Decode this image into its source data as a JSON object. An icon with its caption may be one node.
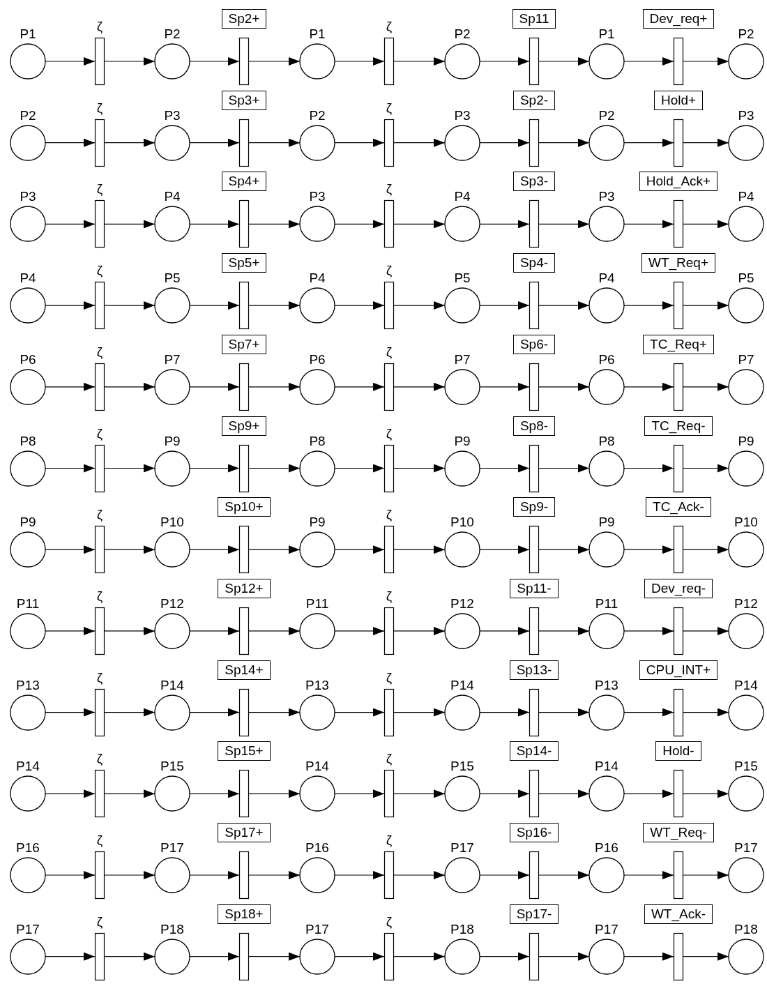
{
  "diagram": {
    "nodes": [
      {
        "text": [
          "P1"
        ]
      },
      {
        "text": [
          "ζ"
        ]
      },
      {
        "text": [
          "P2"
        ]
      },
      {
        "text": [
          "Sp2+"
        ]
      },
      {
        "text": [
          "P1"
        ]
      },
      {
        "text": [
          "ζ"
        ]
      },
      {
        "text": [
          "P2"
        ]
      },
      {
        "text": [
          "Sp11"
        ]
      },
      {
        "text": [
          "P1"
        ]
      },
      {
        "text": [
          "Dev_req+"
        ]
      },
      {
        "text": [
          "P2"
        ]
      },
      {
        "text": [
          "P2"
        ]
      },
      {
        "text": [
          "ζ"
        ]
      },
      {
        "text": [
          "P3"
        ]
      },
      {
        "text": [
          "Sp3+"
        ]
      },
      {
        "text": [
          "P2"
        ]
      },
      {
        "text": [
          "ζ"
        ]
      },
      {
        "text": [
          "P3"
        ]
      },
      {
        "text": [
          "Sp2-"
        ]
      },
      {
        "text": [
          "P2"
        ]
      },
      {
        "text": [
          "Hold+"
        ]
      },
      {
        "text": [
          "P3"
        ]
      },
      {
        "text": [
          "P3"
        ]
      },
      {
        "text": [
          "ζ"
        ]
      },
      {
        "text": [
          "P4"
        ]
      },
      {
        "text": [
          "Sp4+"
        ]
      },
      {
        "text": [
          "P3"
        ]
      },
      {
        "text": [
          "ζ"
        ]
      },
      {
        "text": [
          "P4"
        ]
      },
      {
        "text": [
          "Sp3-"
        ]
      },
      {
        "text": [
          "P3"
        ]
      },
      {
        "text": [
          "Hold_Ack+"
        ]
      },
      {
        "text": [
          "P4"
        ]
      },
      {
        "text": [
          "P4"
        ]
      },
      {
        "text": [
          "ζ"
        ]
      },
      {
        "text": [
          "P5"
        ]
      },
      {
        "text": [
          "Sp5+"
        ]
      },
      {
        "text": [
          "P4"
        ]
      },
      {
        "text": [
          "ζ"
        ]
      },
      {
        "text": [
          "P5"
        ]
      },
      {
        "text": [
          "Sp4-"
        ]
      },
      {
        "text": [
          "P4"
        ]
      },
      {
        "text": [
          "WT_Req+"
        ]
      },
      {
        "text": [
          "P5"
        ]
      },
      {
        "text": [
          "P6"
        ]
      },
      {
        "text": [
          "ζ"
        ]
      },
      {
        "text": [
          "P7"
        ]
      },
      {
        "text": [
          "Sp7+"
        ]
      },
      {
        "text": [
          "P6"
        ]
      },
      {
        "text": [
          "ζ"
        ]
      },
      {
        "text": [
          "P7"
        ]
      },
      {
        "text": [
          "Sp6-"
        ]
      },
      {
        "text": [
          "P6"
        ]
      },
      {
        "text": [
          "TC_Req+"
        ]
      },
      {
        "text": [
          "P7"
        ]
      },
      {
        "text": [
          "P8"
        ]
      },
      {
        "text": [
          "ζ"
        ]
      },
      {
        "text": [
          "P9"
        ]
      },
      {
        "text": [
          "Sp9+"
        ]
      },
      {
        "text": [
          "P8"
        ]
      },
      {
        "text": [
          "ζ"
        ]
      },
      {
        "text": [
          "P9"
        ]
      },
      {
        "text": [
          "Sp8-"
        ]
      },
      {
        "text": [
          "P8"
        ]
      },
      {
        "text": [
          "TC_Req-"
        ]
      },
      {
        "text": [
          "P9"
        ]
      },
      {
        "text": [
          "P9"
        ]
      },
      {
        "text": [
          "ζ"
        ]
      },
      {
        "text": [
          "P10"
        ]
      },
      {
        "text": [
          "Sp10+"
        ]
      },
      {
        "text": [
          "P9"
        ]
      },
      {
        "text": [
          "ζ"
        ]
      },
      {
        "text": [
          "P10"
        ]
      },
      {
        "text": [
          "Sp9-"
        ]
      },
      {
        "text": [
          "P9"
        ]
      },
      {
        "text": [
          "TC_Ack-"
        ]
      },
      {
        "text": [
          "P10"
        ]
      },
      {
        "text": [
          "P11"
        ]
      },
      {
        "text": [
          "ζ"
        ]
      },
      {
        "text": [
          "P12"
        ]
      },
      {
        "text": [
          "Sp12+"
        ]
      },
      {
        "text": [
          "P11"
        ]
      },
      {
        "text": [
          "ζ"
        ]
      },
      {
        "text": [
          "P12"
        ]
      },
      {
        "text": [
          "Sp11-"
        ]
      },
      {
        "text": [
          "P11"
        ]
      },
      {
        "text": [
          "Dev_req-"
        ]
      },
      {
        "text": [
          "P12"
        ]
      },
      {
        "text": [
          "P13"
        ]
      },
      {
        "text": [
          "ζ"
        ]
      },
      {
        "text": [
          "P14"
        ]
      },
      {
        "text": [
          "Sp14+"
        ]
      },
      {
        "text": [
          "P13"
        ]
      },
      {
        "text": [
          "ζ"
        ]
      },
      {
        "text": [
          "P14"
        ]
      },
      {
        "text": [
          "Sp13-"
        ]
      },
      {
        "text": [
          "P13"
        ]
      },
      {
        "text": [
          "CPU_INT+"
        ]
      },
      {
        "text": [
          "P14"
        ]
      },
      {
        "text": [
          "P14"
        ]
      },
      {
        "text": [
          "ζ"
        ]
      },
      {
        "text": [
          "P15"
        ]
      },
      {
        "text": [
          "Sp15+"
        ]
      },
      {
        "text": [
          "P14"
        ]
      },
      {
        "text": [
          "ζ"
        ]
      },
      {
        "text": [
          "P15"
        ]
      },
      {
        "text": [
          "Sp14-"
        ]
      },
      {
        "text": [
          "P14"
        ]
      },
      {
        "text": [
          "Hold-"
        ]
      },
      {
        "text": [
          "P15"
        ]
      },
      {
        "text": [
          "P16"
        ]
      },
      {
        "text": [
          "ζ"
        ]
      },
      {
        "text": [
          "P17"
        ]
      },
      {
        "text": [
          "Sp17+"
        ]
      },
      {
        "text": [
          "P16"
        ]
      },
      {
        "text": [
          "ζ"
        ]
      },
      {
        "text": [
          "P17"
        ]
      },
      {
        "text": [
          "Sp16-"
        ]
      },
      {
        "text": [
          "P16"
        ]
      },
      {
        "text": [
          "WT_Req-"
        ]
      },
      {
        "text": [
          "P17"
        ]
      },
      {
        "text": [
          "P17"
        ]
      },
      {
        "text": [
          "ζ"
        ]
      },
      {
        "text": [
          "P18"
        ]
      },
      {
        "text": [
          "Sp18+"
        ]
      },
      {
        "text": [
          "P17"
        ]
      },
      {
        "text": [
          "ζ"
        ]
      },
      {
        "text": [
          "P18"
        ]
      },
      {
        "text": [
          "Sp17-"
        ]
      },
      {
        "text": [
          "P17"
        ]
      },
      {
        "text": [
          "WT_Ack-"
        ]
      },
      {
        "text": [
          "P18"
        ]
      }
    ],
    "edges": [
      {
        "from": 0,
        "to": 1,
        "arrow": "to"
      },
      {
        "from": 1,
        "to": 2,
        "arrow": "to"
      },
      {
        "from": 2,
        "to": 3,
        "arrow": "to"
      },
      {
        "from": 3,
        "to": 4,
        "arrow": "to"
      },
      {
        "from": 4,
        "to": 5,
        "arrow": "to"
      },
      {
        "from": 5,
        "to": 6,
        "arrow": "to"
      },
      {
        "from": 6,
        "to": 7,
        "arrow": "to"
      },
      {
        "from": 7,
        "to": 8,
        "arrow": "to"
      },
      {
        "from": 8,
        "to": 9,
        "arrow": "to"
      },
      {
        "from": 9,
        "to": 10,
        "arrow": "to"
      },
      {
        "from": 11,
        "to": 12,
        "arrow": "to"
      },
      {
        "from": 12,
        "to": 13,
        "arrow": "to"
      },
      {
        "from": 13,
        "to": 14,
        "arrow": "to"
      },
      {
        "from": 14,
        "to": 15,
        "arrow": "to"
      },
      {
        "from": 15,
        "to": 16,
        "arrow": "to"
      },
      {
        "from": 16,
        "to": 17,
        "arrow": "to"
      },
      {
        "from": 17,
        "to": 18,
        "arrow": "to"
      },
      {
        "from": 18,
        "to": 19,
        "arrow": "to"
      },
      {
        "from": 19,
        "to": 20,
        "arrow": "to"
      },
      {
        "from": 20,
        "to": 21,
        "arrow": "to"
      },
      {
        "from": 22,
        "to": 23,
        "arrow": "to"
      },
      {
        "from": 23,
        "to": 24,
        "arrow": "to"
      },
      {
        "from": 24,
        "to": 25,
        "arrow": "to"
      },
      {
        "from": 25,
        "to": 26,
        "arrow": "to"
      },
      {
        "from": 26,
        "to": 27,
        "arrow": "to"
      },
      {
        "from": 27,
        "to": 28,
        "arrow": "to"
      },
      {
        "from": 28,
        "to": 29,
        "arrow": "to"
      },
      {
        "from": 29,
        "to": 30,
        "arrow": "to"
      },
      {
        "from": 30,
        "to": 31,
        "arrow": "to"
      },
      {
        "from": 31,
        "to": 32,
        "arrow": "to"
      },
      {
        "from": 33,
        "to": 34,
        "arrow": "to"
      },
      {
        "from": 34,
        "to": 35,
        "arrow": "to"
      },
      {
        "from": 35,
        "to": 36,
        "arrow": "to"
      },
      {
        "from": 36,
        "to": 37,
        "arrow": "to"
      },
      {
        "from": 37,
        "to": 38,
        "arrow": "to"
      },
      {
        "from": 38,
        "to": 39,
        "arrow": "to"
      },
      {
        "from": 39,
        "to": 40,
        "arrow": "to"
      },
      {
        "from": 40,
        "to": 41,
        "arrow": "to"
      },
      {
        "from": 41,
        "to": 42,
        "arrow": "to"
      },
      {
        "from": 42,
        "to": 43,
        "arrow": "to"
      },
      {
        "from": 44,
        "to": 45,
        "arrow": "to"
      },
      {
        "from": 45,
        "to": 46,
        "arrow": "to"
      },
      {
        "from": 46,
        "to": 47,
        "arrow": "to"
      },
      {
        "from": 47,
        "to": 48,
        "arrow": "to"
      },
      {
        "from": 48,
        "to": 49,
        "arrow": "to"
      },
      {
        "from": 49,
        "to": 50,
        "arrow": "to"
      },
      {
        "from": 50,
        "to": 51,
        "arrow": "to"
      },
      {
        "from": 51,
        "to": 52,
        "arrow": "to"
      },
      {
        "from": 52,
        "to": 53,
        "arrow": "to"
      },
      {
        "from": 53,
        "to": 54,
        "arrow": "to"
      },
      {
        "from": 55,
        "to": 56,
        "arrow": "to"
      },
      {
        "from": 56,
        "to": 57,
        "arrow": "to"
      },
      {
        "from": 57,
        "to": 58,
        "arrow": "to"
      },
      {
        "from": 58,
        "to": 59,
        "arrow": "to"
      },
      {
        "from": 59,
        "to": 60,
        "arrow": "to"
      },
      {
        "from": 60,
        "to": 61,
        "arrow": "to"
      },
      {
        "from": 61,
        "to": 62,
        "arrow": "to"
      },
      {
        "from": 62,
        "to": 63,
        "arrow": "to"
      },
      {
        "from": 63,
        "to": 64,
        "arrow": "to"
      },
      {
        "from": 64,
        "to": 65,
        "arrow": "to"
      },
      {
        "from": 66,
        "to": 67,
        "arrow": "to"
      },
      {
        "from": 67,
        "to": 68,
        "arrow": "to"
      },
      {
        "from": 68,
        "to": 69,
        "arrow": "to"
      },
      {
        "from": 69,
        "to": 70,
        "arrow": "to"
      },
      {
        "from": 70,
        "to": 71,
        "arrow": "to"
      },
      {
        "from": 71,
        "to": 72,
        "arrow": "to"
      },
      {
        "from": 72,
        "to": 73,
        "arrow": "to"
      },
      {
        "from": 73,
        "to": 74,
        "arrow": "to"
      },
      {
        "from": 74,
        "to": 75,
        "arrow": "to"
      },
      {
        "from": 75,
        "to": 76,
        "arrow": "to"
      },
      {
        "from": 77,
        "to": 78,
        "arrow": "to"
      },
      {
        "from": 78,
        "to": 79,
        "arrow": "to"
      },
      {
        "from": 79,
        "to": 80,
        "arrow": "to"
      },
      {
        "from": 80,
        "to": 81,
        "arrow": "to"
      },
      {
        "from": 81,
        "to": 82,
        "arrow": "to"
      },
      {
        "from": 82,
        "to": 83,
        "arrow": "to"
      },
      {
        "from": 83,
        "to": 84,
        "arrow": "to"
      },
      {
        "from": 84,
        "to": 85,
        "arrow": "to"
      },
      {
        "from": 85,
        "to": 86,
        "arrow": "to"
      },
      {
        "from": 86,
        "to": 87,
        "arrow": "to"
      },
      {
        "from": 88,
        "to": 89,
        "arrow": "to"
      },
      {
        "from": 89,
        "to": 90,
        "arrow": "to"
      },
      {
        "from": 90,
        "to": 91,
        "arrow": "to"
      },
      {
        "from": 91,
        "to": 92,
        "arrow": "to"
      },
      {
        "from": 92,
        "to": 93,
        "arrow": "to"
      },
      {
        "from": 93,
        "to": 94,
        "arrow": "to"
      },
      {
        "from": 94,
        "to": 95,
        "arrow": "to"
      },
      {
        "from": 95,
        "to": 96,
        "arrow": "to"
      },
      {
        "from": 96,
        "to": 97,
        "arrow": "to"
      },
      {
        "from": 97,
        "to": 98,
        "arrow": "to"
      },
      {
        "from": 99,
        "to": 100,
        "arrow": "to"
      },
      {
        "from": 100,
        "to": 101,
        "arrow": "to"
      },
      {
        "from": 101,
        "to": 102,
        "arrow": "to"
      },
      {
        "from": 102,
        "to": 103,
        "arrow": "to"
      },
      {
        "from": 103,
        "to": 104,
        "arrow": "to"
      },
      {
        "from": 104,
        "to": 105,
        "arrow": "to"
      },
      {
        "from": 105,
        "to": 106,
        "arrow": "to"
      },
      {
        "from": 106,
        "to": 107,
        "arrow": "to"
      },
      {
        "from": 107,
        "to": 108,
        "arrow": "to"
      },
      {
        "from": 108,
        "to": 109,
        "arrow": "to"
      },
      {
        "from": 110,
        "to": 111,
        "arrow": "to"
      },
      {
        "from": 111,
        "to": 112,
        "arrow": "to"
      },
      {
        "from": 112,
        "to": 113,
        "arrow": "to"
      },
      {
        "from": 113,
        "to": 114,
        "arrow": "to"
      },
      {
        "from": 114,
        "to": 115,
        "arrow": "to"
      },
      {
        "from": 115,
        "to": 116,
        "arrow": "to"
      },
      {
        "from": 116,
        "to": 117,
        "arrow": "to"
      },
      {
        "from": 117,
        "to": 118,
        "arrow": "to"
      },
      {
        "from": 118,
        "to": 119,
        "arrow": "to"
      },
      {
        "from": 119,
        "to": 120,
        "arrow": "to"
      },
      {
        "from": 121,
        "to": 122,
        "arrow": "to"
      },
      {
        "from": 122,
        "to": 123,
        "arrow": "to"
      },
      {
        "from": 123,
        "to": 124,
        "arrow": "to"
      },
      {
        "from": 124,
        "to": 125,
        "arrow": "to"
      },
      {
        "from": 125,
        "to": 126,
        "arrow": "to"
      },
      {
        "from": 126,
        "to": 127,
        "arrow": "to"
      },
      {
        "from": 127,
        "to": 128,
        "arrow": "to"
      },
      {
        "from": 128,
        "to": 129,
        "arrow": "to"
      },
      {
        "from": 129,
        "to": 130,
        "arrow": "to"
      },
      {
        "from": 130,
        "to": 131,
        "arrow": "to"
      }
    ]
  }
}
